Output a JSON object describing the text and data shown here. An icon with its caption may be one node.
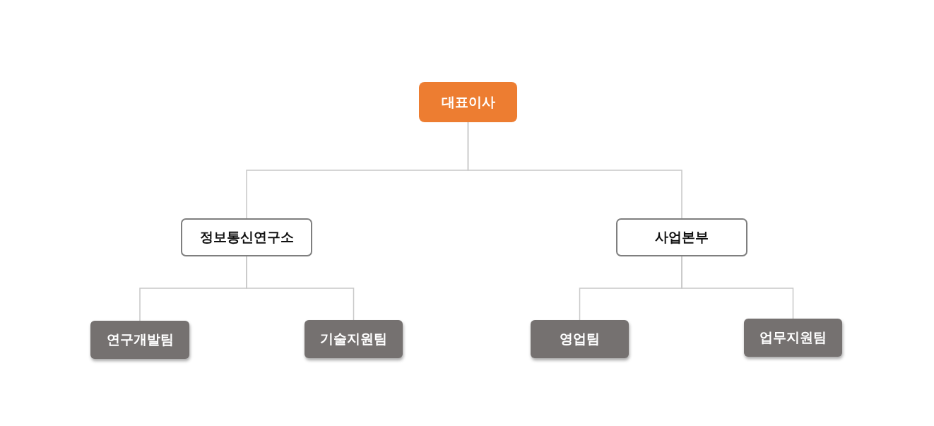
{
  "diagram": {
    "nodes": [
      {
        "text": [
          "대표이사"
        ]
      },
      {
        "text": [
          "정보통신연구소"
        ]
      },
      {
        "text": [
          "사업본부"
        ]
      },
      {
        "text": [
          "연구개발팀"
        ]
      },
      {
        "text": [
          "기술지원팀"
        ]
      },
      {
        "text": [
          "영업팀"
        ]
      },
      {
        "text": [
          "업무지원팀"
        ]
      }
    ],
    "edges": [
      {
        "from": 0,
        "to": 1,
        "arrow": "none"
      },
      {
        "from": 0,
        "to": 2,
        "arrow": "none"
      },
      {
        "from": 1,
        "to": 3,
        "arrow": "none"
      },
      {
        "from": 1,
        "to": 4,
        "arrow": "none"
      },
      {
        "from": 2,
        "to": 5,
        "arrow": "none"
      },
      {
        "from": 2,
        "to": 6,
        "arrow": "none"
      }
    ]
  }
}
